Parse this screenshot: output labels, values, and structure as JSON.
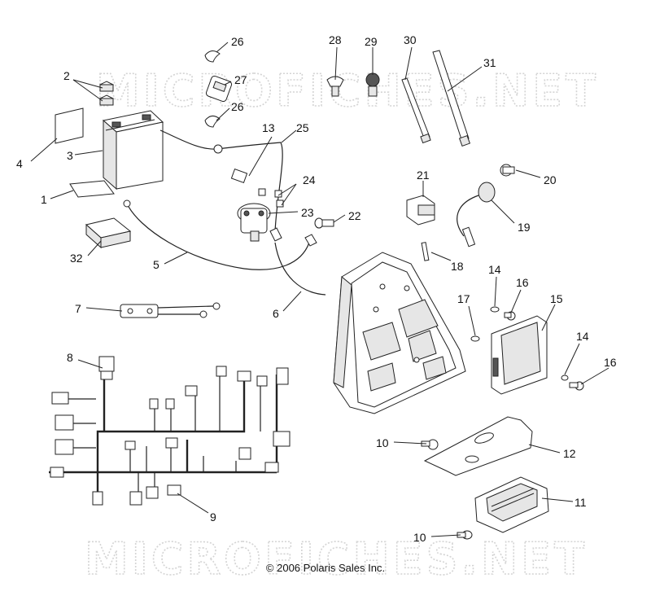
{
  "watermark": "MICROFICHES.NET",
  "copyright": "© 2006 Polaris Sales Inc.",
  "callouts": [
    "1",
    "2",
    "3",
    "4",
    "5",
    "6",
    "7",
    "8",
    "9",
    "10",
    "10",
    "11",
    "12",
    "13",
    "14",
    "14",
    "15",
    "16",
    "16",
    "17",
    "18",
    "19",
    "20",
    "21",
    "22",
    "23",
    "24",
    "25",
    "26",
    "26",
    "27",
    "28",
    "29",
    "30",
    "31",
    "32"
  ]
}
